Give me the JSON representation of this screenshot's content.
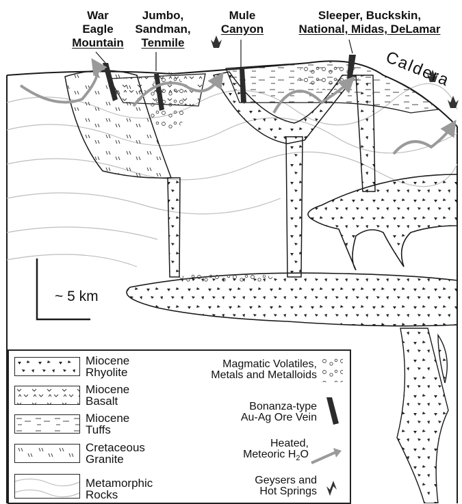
{
  "deposits": [
    {
      "line1": "War",
      "line2": "Eagle",
      "line3": "Mountain"
    },
    {
      "line1": "Jumbo,",
      "line2": "Sandman,",
      "line3": "Tenmile"
    },
    {
      "line1": "Mule",
      "line2": "Canyon",
      "line3": ""
    },
    {
      "line1": "Sleeper, Buckskin,",
      "line2": "National, Midas, DeLamar",
      "line3": ""
    }
  ],
  "caldera_label": "Caldera",
  "scale_label": "~ 5 km",
  "legend": {
    "left": [
      {
        "line1": "Miocene",
        "line2": "Rhyolite"
      },
      {
        "line1": "Miocene",
        "line2": "Basalt"
      },
      {
        "line1": "Miocene",
        "line2": "Tuffs"
      },
      {
        "line1": "Cretaceous",
        "line2": "Granite"
      },
      {
        "line1": "Metamorphic",
        "line2": "Rocks"
      }
    ],
    "right": [
      {
        "line1": "Magmatic Volatiles,",
        "line2": "Metals and Metalloids"
      },
      {
        "line1": "Bonanza-type",
        "line2": "Au-Ag Ore Vein"
      },
      {
        "line1": "Heated,",
        "line2": "Meteoric H",
        "sub": "2",
        "tail": "O"
      },
      {
        "line1": "Geysers and",
        "line2": "Hot Springs"
      }
    ]
  },
  "colors": {
    "ore_vein": "#2b2b2b",
    "water_arrow": "#9a9a9a",
    "metamorphic": "#b8b8b8",
    "line": "#1a1a1a"
  },
  "icons": {
    "geyser": "geyser-icon",
    "volatiles": "volatiles-icon"
  }
}
